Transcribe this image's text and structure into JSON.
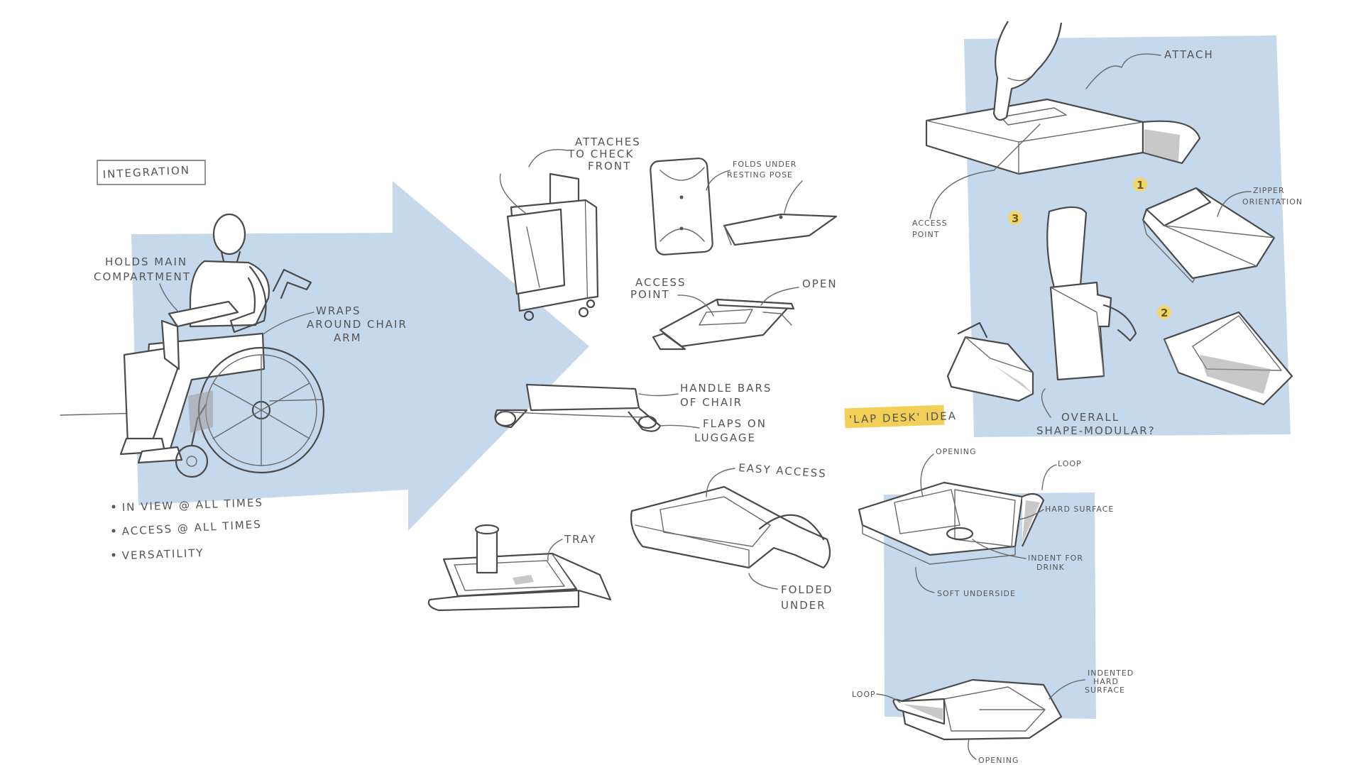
{
  "colors": {
    "panel_blue": "#c5d8ec",
    "highlight_yellow": "#f2cf56",
    "badge_yellow": "#f0d66e",
    "ink": "#4a4a4a"
  },
  "integration": {
    "heading": "INTEGRATION",
    "bullets": [
      "IN VIEW @ ALL TIMES",
      "ACCESS @ ALL TIMES",
      "VERSATILITY"
    ]
  },
  "wheelchair": {
    "note_holds_main": [
      "HOLDS MAIN",
      "COMPARTMENT"
    ],
    "note_wraps": [
      "WRAPS",
      "AROUND CHAIR",
      "ARM"
    ]
  },
  "luggage": {
    "note": [
      "ATTACHES",
      "TO CHECK",
      "FRONT"
    ]
  },
  "folded_case": {
    "note": [
      "FOLDS UNDER",
      "RESTING POSE"
    ]
  },
  "open_case": {
    "note_access": [
      "ACCESS",
      "POINT"
    ],
    "note_open": "OPEN"
  },
  "handle_case": {
    "note_handle": [
      "HANDLE BARS",
      "OF CHAIR"
    ],
    "note_flaps": [
      "FLAPS ON",
      "LUGGAGE"
    ]
  },
  "tray": {
    "note": "TRAY"
  },
  "easy_access": {
    "note_easy": "EASY ACCESS",
    "note_folded": [
      "FOLDED",
      "UNDER"
    ]
  },
  "lapdesk": {
    "tag": "'LAP DESK' IDEA"
  },
  "modular_panel": {
    "note_attach": "ATTACH",
    "note_access": [
      "ACCESS",
      "POINT"
    ],
    "note_zipper": [
      "ZIPPER",
      "ORIENTATION"
    ],
    "note_overall": [
      "OVERALL",
      "SHAPE-MODULAR?"
    ],
    "badges": [
      "1",
      "2",
      "3"
    ]
  },
  "desk_panel": {
    "note_opening_top": "OPENING",
    "note_loop_top": "LOOP",
    "note_hard": "HARD SURFACE",
    "note_indent": [
      "INDENT FOR",
      "DRINK"
    ],
    "note_soft": "SOFT UNDERSIDE",
    "note_loop_bottom": "LOOP",
    "note_indented": [
      "INDENTED",
      "HARD",
      "SURFACE"
    ],
    "note_opening_bottom": "OPENING"
  }
}
